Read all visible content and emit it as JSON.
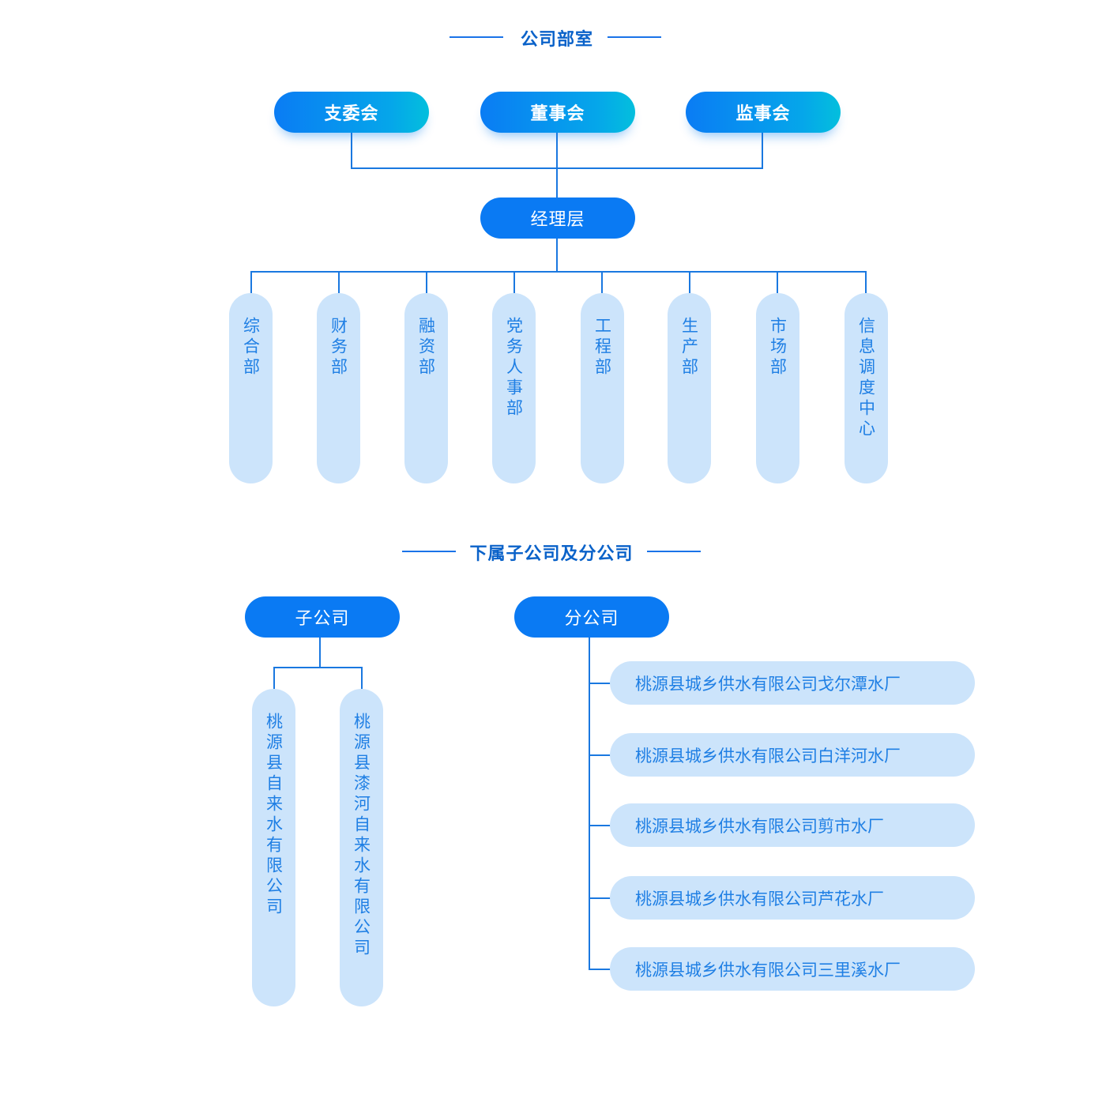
{
  "section1": {
    "title": "公司部室",
    "top": [
      "支委会",
      "董事会",
      "监事会"
    ],
    "manager": "经理层",
    "departments": [
      "综合部",
      "财务部",
      "融资部",
      "党务人事部",
      "工程部",
      "生产部",
      "市场部",
      "信息调度中心"
    ]
  },
  "section2": {
    "title": "下属子公司及分公司",
    "subsidiary": {
      "label": "子公司",
      "items": [
        "桃源县自来水有限公司",
        "桃源县漆河自来水有限公司"
      ]
    },
    "branch": {
      "label": "分公司",
      "items": [
        "桃源县城乡供水有限公司戈尔潭水厂",
        "桃源县城乡供水有限公司白洋河水厂",
        "桃源县城乡供水有限公司剪市水厂",
        "桃源县城乡供水有限公司芦花水厂",
        "桃源县城乡供水有限公司三里溪水厂"
      ]
    }
  },
  "colors": {
    "title": "#0a62c9",
    "primary": "#0a7af3",
    "gradient_end": "#03bfdd",
    "pill_light": "#cce4fb",
    "pill_text": "#1f7fe4",
    "connector": "#1a78e0"
  }
}
